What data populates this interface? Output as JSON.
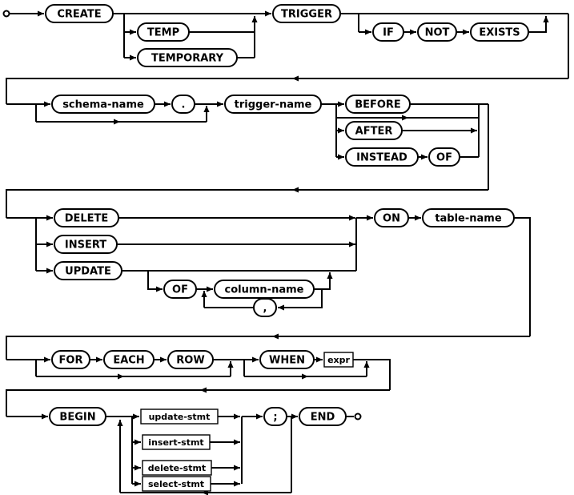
{
  "diagram": {
    "kind": "railroad-syntax-diagram",
    "nodes": {
      "create": "CREATE",
      "temp": "TEMP",
      "temporary": "TEMPORARY",
      "trigger": "TRIGGER",
      "if": "IF",
      "not": "NOT",
      "exists": "EXISTS",
      "schema_name": "schema-name",
      "dot": ".",
      "trigger_name": "trigger-name",
      "before": "BEFORE",
      "after": "AFTER",
      "instead": "INSTEAD",
      "of": "OF",
      "delete": "DELETE",
      "insert": "INSERT",
      "update": "UPDATE",
      "column_name": "column-name",
      "comma": ",",
      "on": "ON",
      "table_name": "table-name",
      "for": "FOR",
      "each": "EACH",
      "row": "ROW",
      "when": "WHEN",
      "expr": "expr",
      "begin": "BEGIN",
      "update_stmt": "update-stmt",
      "insert_stmt": "insert-stmt",
      "delete_stmt": "delete-stmt",
      "select_stmt": "select-stmt",
      "semicolon": ";",
      "end": "END"
    },
    "colors": {
      "line": "#000000",
      "box_fill": "#ffffff",
      "box_border": "#000000",
      "background": "#ffffff",
      "text": "#000000"
    }
  }
}
